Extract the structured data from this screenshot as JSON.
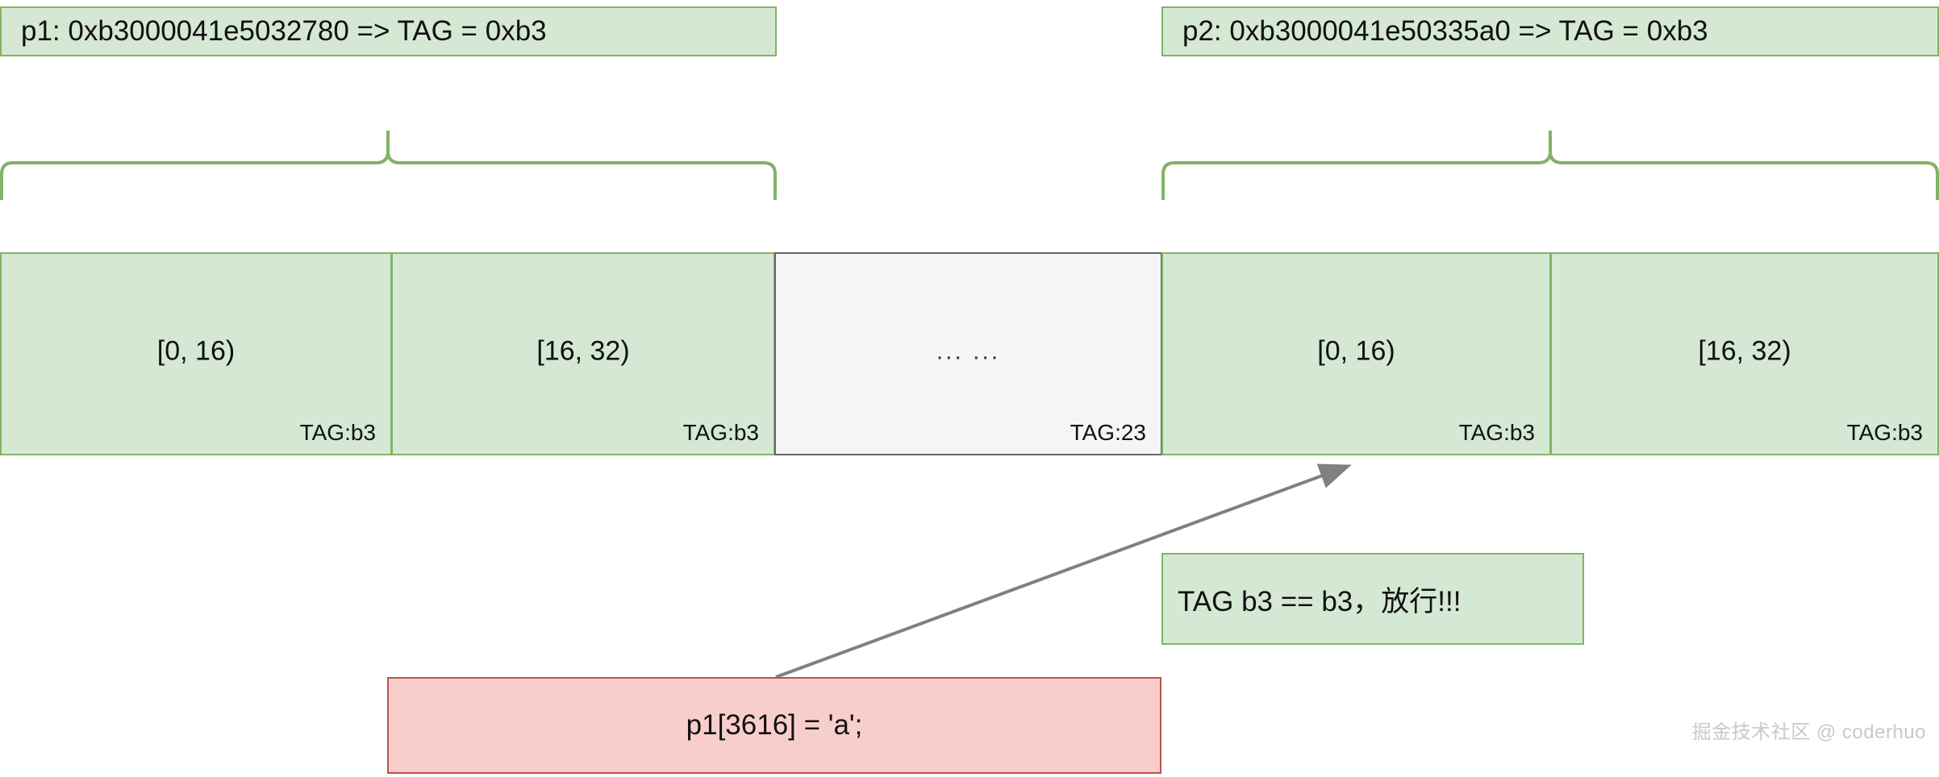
{
  "diagram": {
    "title": "MTE tag-check pass diagram",
    "colors": {
      "green_fill": "#d5e8d4",
      "green_stroke": "#82b366",
      "red_fill": "#f8cecc",
      "red_stroke": "#b85450",
      "gray_fill": "#f5f5f5",
      "gray_stroke": "#666666",
      "arrow_stroke": "#808080",
      "text": "#111111",
      "watermark": "#c9c9c9"
    }
  },
  "pointers": [
    {
      "id": "p1",
      "label": "p1: 0xb3000041e5032780 => TAG = 0xb3"
    },
    {
      "id": "p2",
      "label": "p2: 0xb3000041e50335a0 => TAG = 0xb3"
    }
  ],
  "memory_cells": [
    {
      "range": "[0, 16)",
      "tag": "TAG:b3",
      "style": "green"
    },
    {
      "range": "[16, 32)",
      "tag": "TAG:b3",
      "style": "green"
    },
    {
      "range": "... ...",
      "tag": "TAG:23",
      "style": "gray"
    },
    {
      "range": "[0, 16)",
      "tag": "TAG:b3",
      "style": "green"
    },
    {
      "range": "[16, 32)",
      "tag": "TAG:b3",
      "style": "green"
    }
  ],
  "note": {
    "text": "TAG b3 == b3，放行!!!"
  },
  "write_statement": {
    "text": "p1[3616] = 'a';"
  },
  "watermark": {
    "text": "掘金技术社区 @ coderhuo"
  }
}
